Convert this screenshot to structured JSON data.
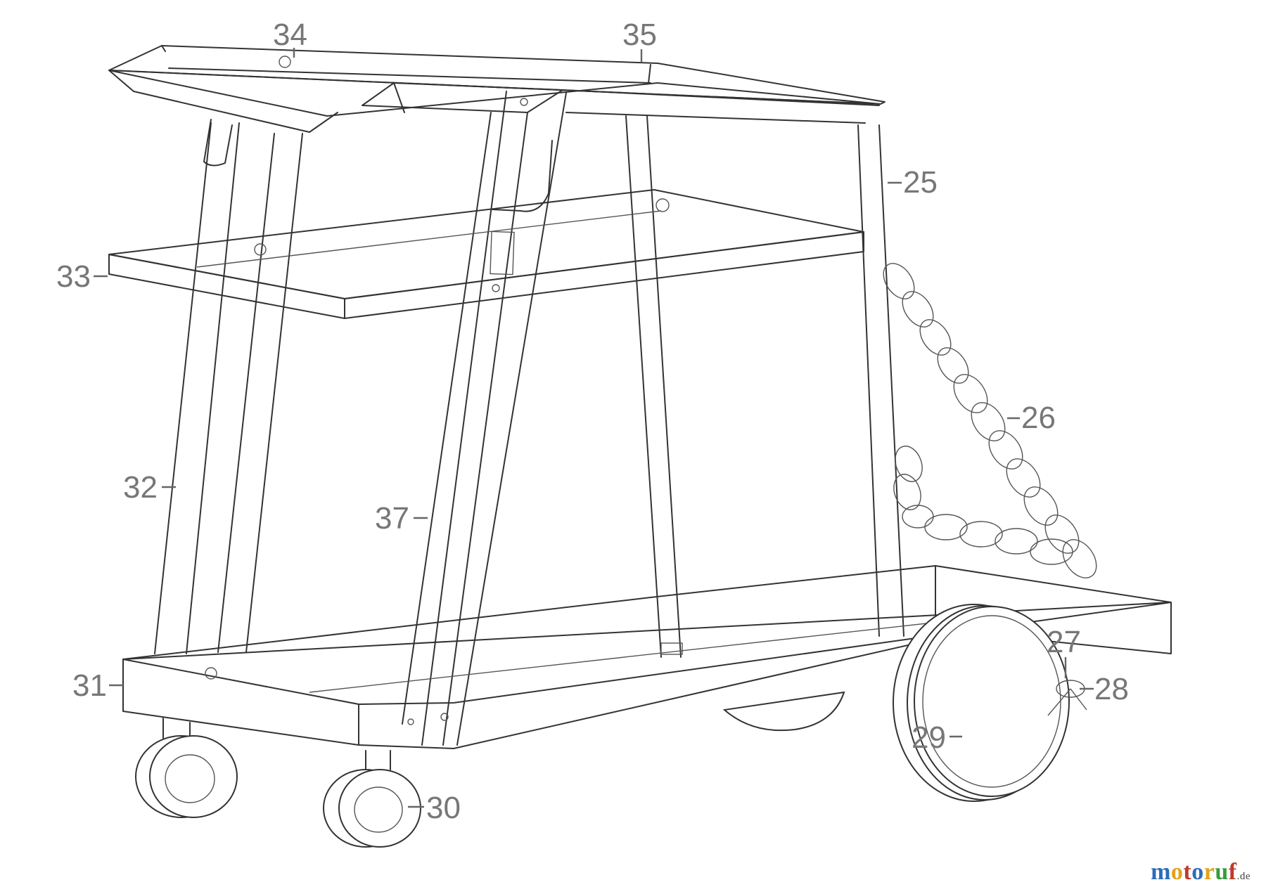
{
  "labels": {
    "p25": "25",
    "p26": "26",
    "p27": "27",
    "p28": "28",
    "p29": "29",
    "p30": "30",
    "p31": "31",
    "p32": "32",
    "p33": "33",
    "p34": "34",
    "p35": "35",
    "p37": "37"
  },
  "brand": {
    "letters": [
      "m",
      "o",
      "t",
      "o",
      "r",
      "u",
      "f"
    ],
    "colors": [
      "#2b6cb8",
      "#e2a21b",
      "#c0392b",
      "#2b6cb8",
      "#e2a21b",
      "#3a9a3a",
      "#c0392b"
    ],
    "tld": ".de"
  }
}
